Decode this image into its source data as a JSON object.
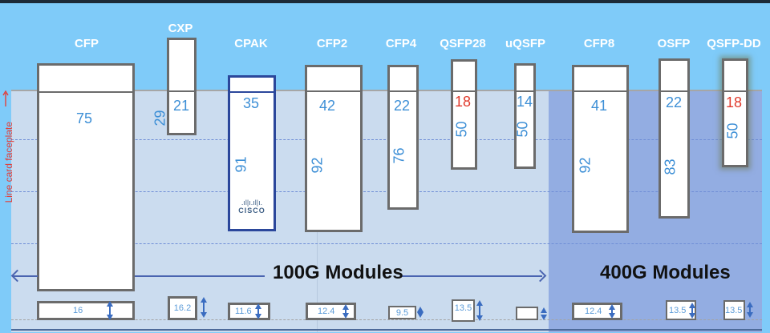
{
  "diagram": {
    "title": "Optical module form factors on line card faceplate",
    "faceplate_label": "Line card faceplate",
    "groups": [
      {
        "label": "100G Modules"
      },
      {
        "label": "400G Modules"
      }
    ],
    "modules": [
      {
        "name": "CFP",
        "width": "75",
        "depth": null,
        "height": "16",
        "group": "100G",
        "width_color": "blue"
      },
      {
        "name": "CXP",
        "width": "21",
        "depth": "29",
        "height": "16.2",
        "group": "100G",
        "width_color": "blue"
      },
      {
        "name": "CPAK",
        "width": "35",
        "depth": "91",
        "height": "11.6",
        "group": "100G",
        "width_color": "blue",
        "logo": "CISCO"
      },
      {
        "name": "CFP2",
        "width": "42",
        "depth": "92",
        "height": "12.4",
        "group": "100G",
        "width_color": "blue"
      },
      {
        "name": "CFP4",
        "width": "22",
        "depth": "76",
        "height": "9.5",
        "group": "100G",
        "width_color": "blue"
      },
      {
        "name": "QSFP28",
        "width": "18",
        "depth": "50",
        "height": "13.5",
        "group": "100G",
        "width_color": "red"
      },
      {
        "name": "uQSFP",
        "width": "14",
        "depth": "50",
        "height": "",
        "group": "100G",
        "width_color": "blue"
      },
      {
        "name": "CFP8",
        "width": "41",
        "depth": "92",
        "height": "12.4",
        "group": "400G",
        "width_color": "blue"
      },
      {
        "name": "OSFP",
        "width": "22",
        "depth": "83",
        "height": "13.5",
        "group": "400G",
        "width_color": "blue"
      },
      {
        "name": "QSFP-DD",
        "width": "18",
        "depth": "50",
        "height": "13.5",
        "group": "400G",
        "width_color": "red"
      }
    ],
    "colors": {
      "background": "#7fcbf9",
      "panel_100g": "#cbdcef",
      "panel_400g": "#93ade2",
      "value_blue": "#3d8fd6",
      "value_red": "#e03a2c",
      "faceplate_red": "#e2403a",
      "cisco_border": "#2b479b"
    }
  }
}
